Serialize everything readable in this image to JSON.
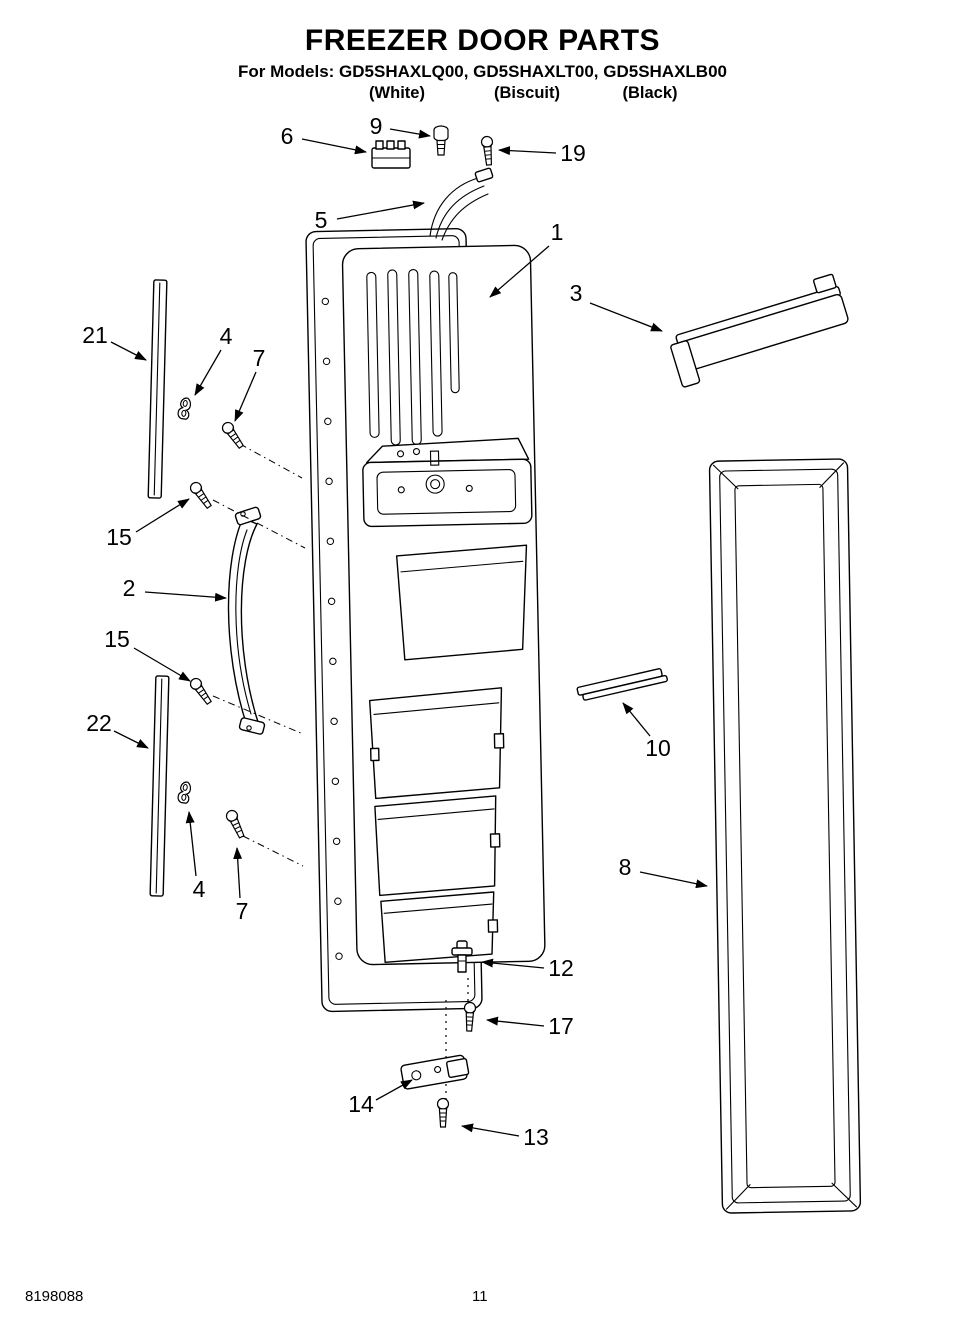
{
  "header": {
    "title": "FREEZER DOOR PARTS",
    "models_line": "For Models: GD5SHAXLQ00, GD5SHAXLT00, GD5SHAXLB00",
    "finishes": [
      "(White)",
      "(Biscuit)",
      "(Black)"
    ]
  },
  "callouts": {
    "n1": "1",
    "n2": "2",
    "n3": "3",
    "n4": "4",
    "n5": "5",
    "n6": "6",
    "n7": "7",
    "n8": "8",
    "n9": "9",
    "n10": "10",
    "n12": "12",
    "n13": "13",
    "n14": "14",
    "n15": "15",
    "n17": "17",
    "n19": "19",
    "n21": "21",
    "n22": "22"
  },
  "footer": {
    "document_number": "8198088",
    "page_number": "11"
  },
  "diagram": {
    "ink_color": "#000000",
    "background": "#ffffff"
  }
}
